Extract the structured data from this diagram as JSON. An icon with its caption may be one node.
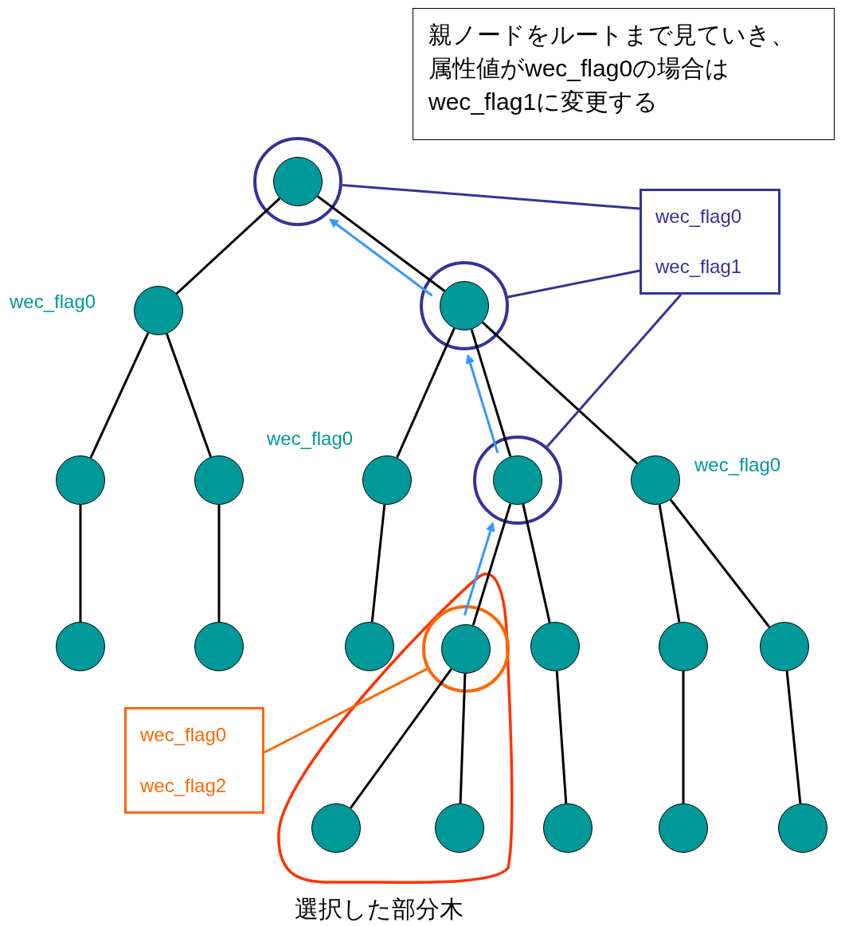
{
  "diagram": {
    "nodes": [
      {
        "text": [
          "親ノードをルートまで見ていき、属性値がwec_flag0の場合はwec_flag1に変更する"
        ]
      },
      {
        "text": [
          "wec_flag0",
          "wec_flag1"
        ]
      },
      {
        "text": [],
        "shape": "circle"
      },
      {
        "text": [],
        "shape": "circle",
        "in": 2
      },
      {
        "text": [],
        "shape": "circle",
        "beside": [
          "wec_flag0"
        ]
      },
      {
        "text": [],
        "shape": "circle"
      },
      {
        "text": [],
        "shape": "circle",
        "in": 5
      },
      {
        "text": [],
        "shape": "circle"
      },
      {
        "text": [],
        "shape": "circle"
      },
      {
        "text": [],
        "shape": "circle",
        "beside": [
          "wec_flag0"
        ]
      },
      {
        "text": [],
        "shape": "circle"
      },
      {
        "text": [],
        "shape": "circle",
        "in": 10
      },
      {
        "text": [],
        "shape": "circle",
        "beside": [
          "wec_flag0"
        ]
      },
      {
        "text": [],
        "shape": "circle"
      },
      {
        "text": [],
        "shape": "circle"
      },
      {
        "text": [],
        "shape": "circle"
      },
      {
        "text": [
          "選択した部分木"
        ]
      },
      {
        "text": [],
        "shape": "circle",
        "in": 16
      },
      {
        "text": [],
        "shape": "circle",
        "in": 17
      },
      {
        "text": [],
        "shape": "circle"
      },
      {
        "text": [],
        "shape": "circle"
      },
      {
        "text": [],
        "shape": "circle"
      },
      {
        "text": [
          "wec_flag0",
          "wec_flag2"
        ]
      },
      {
        "text": [],
        "shape": "circle",
        "in": 16
      },
      {
        "text": [],
        "shape": "circle",
        "in": 16
      },
      {
        "text": [],
        "shape": "circle"
      },
      {
        "text": [],
        "shape": "circle"
      },
      {
        "text": [],
        "shape": "circle"
      }
    ],
    "edges": [
      {
        "from": 3,
        "to": 4,
        "arrow": "none"
      },
      {
        "from": 3,
        "to": 6,
        "arrow": "none"
      },
      {
        "from": 4,
        "to": 7,
        "arrow": "none"
      },
      {
        "from": 4,
        "to": 8,
        "arrow": "none"
      },
      {
        "from": 6,
        "to": 9,
        "arrow": "none"
      },
      {
        "from": 6,
        "to": 11,
        "arrow": "none"
      },
      {
        "from": 6,
        "to": 12,
        "arrow": "none"
      },
      {
        "from": 7,
        "to": 13,
        "arrow": "none"
      },
      {
        "from": 8,
        "to": 14,
        "arrow": "none"
      },
      {
        "from": 9,
        "to": 15,
        "arrow": "none"
      },
      {
        "from": 11,
        "to": 18,
        "arrow": "none"
      },
      {
        "from": 11,
        "to": 19,
        "arrow": "none"
      },
      {
        "from": 12,
        "to": 20,
        "arrow": "none"
      },
      {
        "from": 12,
        "to": 21,
        "arrow": "none"
      },
      {
        "from": 18,
        "to": 23,
        "arrow": "none"
      },
      {
        "from": 18,
        "to": 24,
        "arrow": "none"
      },
      {
        "from": 19,
        "to": 25,
        "arrow": "none"
      },
      {
        "from": 20,
        "to": 26,
        "arrow": "none"
      },
      {
        "from": 21,
        "to": 27,
        "arrow": "none"
      },
      {
        "from": 18,
        "to": 11,
        "arrow": "to",
        "color": "#3399ff"
      },
      {
        "from": 11,
        "to": 6,
        "arrow": "to",
        "color": "#3399ff"
      },
      {
        "from": 6,
        "to": 3,
        "arrow": "to",
        "color": "#3399ff"
      },
      {
        "from": 1,
        "to": 2,
        "arrow": "none",
        "color": "#333399"
      },
      {
        "from": 1,
        "to": 5,
        "arrow": "none",
        "color": "#333399"
      },
      {
        "from": 1,
        "to": 10,
        "arrow": "none",
        "color": "#333399"
      },
      {
        "from": 22,
        "to": 17,
        "arrow": "none",
        "color": "#ff6600"
      }
    ]
  }
}
